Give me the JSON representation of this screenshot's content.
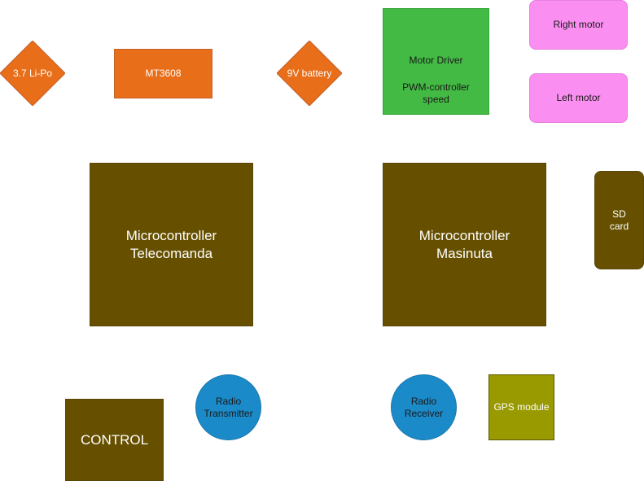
{
  "diagram": {
    "power": {
      "lipo_label": "3.7 Li-Po",
      "boost_label": "MT3608",
      "battery_label": "9V battery"
    },
    "driver": {
      "motor_driver_label": "Motor Driver",
      "pwm_label": "PWM-controller\nspeed"
    },
    "motors": {
      "right_label": "Right motor",
      "left_label": "Left motor"
    },
    "controllers": {
      "remote_label": "Microcontroller\nTelecomanda",
      "car_label": "Microcontroller\nMasinuta"
    },
    "storage": {
      "sd_label": "SD\ncard"
    },
    "control": {
      "control_label": "CONTROL"
    },
    "radio": {
      "transmitter_label": "Radio\nTransmitter",
      "receiver_label": "Radio\nReceiver"
    },
    "gps": {
      "gps_label": "GPS module"
    },
    "colors": {
      "power": "#e86e1a",
      "driver": "#43ba44",
      "motor": "#fb8ff1",
      "controller": "#665000",
      "radio": "#1b8ac9",
      "gps": "#999900"
    }
  }
}
